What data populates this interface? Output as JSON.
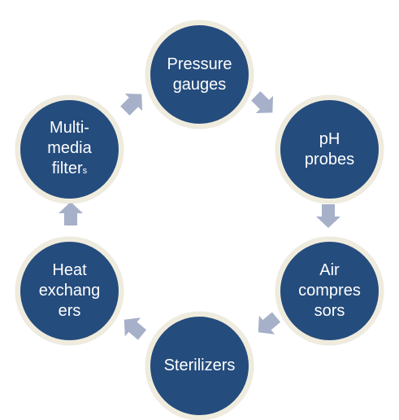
{
  "diagram": {
    "nodes": [
      {
        "id": "pressure-gauges",
        "label": "Pressure\ngauges"
      },
      {
        "id": "ph-probes",
        "label": "pH\nprobes"
      },
      {
        "id": "air-compressors",
        "label": "Air\ncompres\nsors"
      },
      {
        "id": "sterilizers",
        "label": "Sterilizers"
      },
      {
        "id": "heat-exchangers",
        "label": "Heat\nexchang\ners"
      },
      {
        "id": "multimedia-filters",
        "label": "Multi-\nmedia\nfilter",
        "label_suffix": "s"
      }
    ],
    "colors": {
      "node_fill": "#244c7d",
      "node_border": "#f0ecdd",
      "arrow": "#a6b0c9",
      "text": "#ffffff"
    }
  }
}
